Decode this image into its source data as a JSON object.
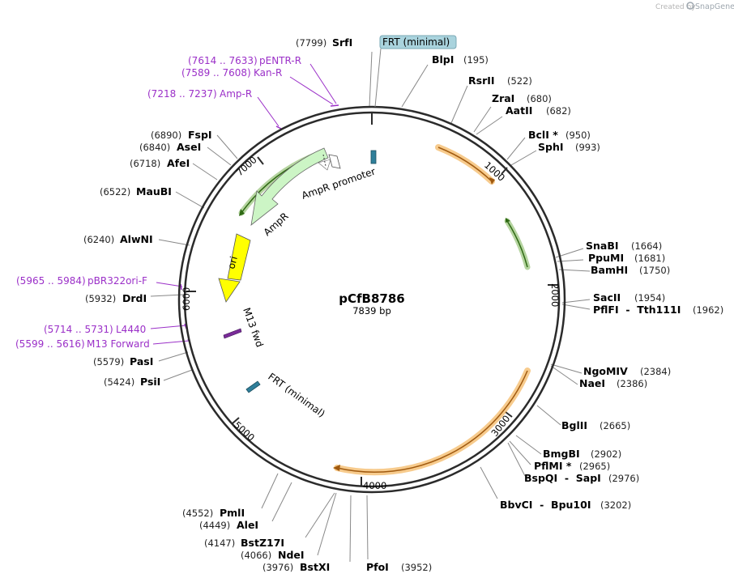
{
  "credit": {
    "created_by": "Created by",
    "brand": "SnapGene"
  },
  "plasmid": {
    "name": "pCfB8786",
    "size_label": "7839 bp",
    "total_bp": 7839
  },
  "ruler_ticks": [
    "1000",
    "2000",
    "3000",
    "4000",
    "5000",
    "6000",
    "7000"
  ],
  "sites": [
    {
      "name": "SrfI",
      "pos": "(7799)"
    },
    {
      "name": "BlpI",
      "pos": "(195)"
    },
    {
      "name": "RsrII",
      "pos": "(522)"
    },
    {
      "name": "ZraI",
      "pos": "(680)"
    },
    {
      "name": "AatII",
      "pos": "(682)"
    },
    {
      "name": "BclI *",
      "pos": "(950)"
    },
    {
      "name": "SphI",
      "pos": "(993)"
    },
    {
      "name": "SnaBI",
      "pos": "(1664)"
    },
    {
      "name": "PpuMI",
      "pos": "(1681)"
    },
    {
      "name": "BamHI",
      "pos": "(1750)"
    },
    {
      "name": "SacII",
      "pos": "(1954)"
    },
    {
      "name": "PflFI  -  Tth111I",
      "pos": "(1962)"
    },
    {
      "name": "NgoMIV",
      "pos": "(2384)"
    },
    {
      "name": "NaeI",
      "pos": "(2386)"
    },
    {
      "name": "BglII",
      "pos": "(2665)"
    },
    {
      "name": "BmgBI",
      "pos": "(2902)"
    },
    {
      "name": "PflMI *",
      "pos": "(2965)"
    },
    {
      "name": "BspQI  -  SapI",
      "pos": "(2976)"
    },
    {
      "name": "BbvCI  -  Bpu10I",
      "pos": "(3202)"
    },
    {
      "name": "PfoI",
      "pos": "(3952)"
    },
    {
      "name": "BstXI",
      "pos": "(3976)"
    },
    {
      "name": "NdeI",
      "pos": "(4066)"
    },
    {
      "name": "BstZ17I",
      "pos": "(4147)"
    },
    {
      "name": "AleI",
      "pos": "(4449)"
    },
    {
      "name": "PmlI",
      "pos": "(4552)"
    },
    {
      "name": "PsiI",
      "pos": "(5424)"
    },
    {
      "name": "PasI",
      "pos": "(5579)"
    },
    {
      "name": "DrdI",
      "pos": "(5932)"
    },
    {
      "name": "AlwNI",
      "pos": "(6240)"
    },
    {
      "name": "MauBI",
      "pos": "(6522)"
    },
    {
      "name": "AfeI",
      "pos": "(6718)"
    },
    {
      "name": "AseI",
      "pos": "(6840)"
    },
    {
      "name": "FspI",
      "pos": "(6890)"
    }
  ],
  "primers": [
    {
      "range": "(7614 .. 7633)",
      "name": "pENTR-R"
    },
    {
      "range": "(7589 .. 7608)",
      "name": "Kan-R"
    },
    {
      "range": "(7218 .. 7237)",
      "name": "Amp-R"
    },
    {
      "range": "(5965 .. 5984)",
      "name": "pBR322ori-F"
    },
    {
      "range": "(5714 .. 5731)",
      "name": "L4440"
    },
    {
      "range": "(5599 .. 5616)",
      "name": "M13 Forward"
    }
  ],
  "features": {
    "frt_top": "FRT (minimal)",
    "ampr_promoter": "AmpR promoter",
    "ampr": "AmpR",
    "ori": "ori",
    "m13_fwd": "M13 fwd",
    "frt_lower": "FRT (minimal)"
  },
  "colors": {
    "backbone": "#2b2b2b",
    "orf_orange": "#f0a030",
    "orf_green": "#5aa02c",
    "ampr_fill": "#ccf5c5",
    "ori_fill": "#ffff00",
    "frt_fill": "#2f7f9a",
    "frt_box": "#a9d3dd",
    "primer": "#9b30c8"
  }
}
